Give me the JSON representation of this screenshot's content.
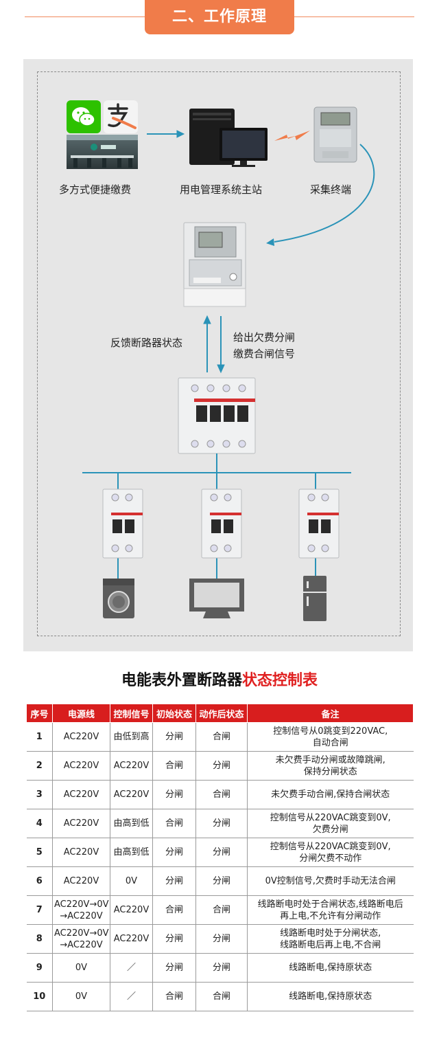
{
  "header": {
    "title": "二、工作原理"
  },
  "diagram": {
    "pay_label": "多方式便捷缴费",
    "master_label": "用电管理系统主站",
    "terminal_label": "采集终端",
    "feedback_label": "反馈断路器状态",
    "signal_label_1": "给出欠费分闸",
    "signal_label_2": "缴费合闸信号",
    "colors": {
      "arrow": "#2a93b8",
      "lightning": "#f07c4a",
      "bus": "#2a93b8"
    }
  },
  "table": {
    "title_black": "电能表外置断路器",
    "title_red": "状态控制表",
    "headers": [
      "序号",
      "电源线",
      "控制信号",
      "初始状态",
      "动作后状态",
      "备注"
    ],
    "rows": [
      {
        "no": "1",
        "power": "AC220V",
        "signal": "由低到高",
        "init": "分闸",
        "after": "合闸",
        "note1": "控制信号从0跳变到220VAC,",
        "note2": "自动合闸"
      },
      {
        "no": "2",
        "power": "AC220V",
        "signal": "AC220V",
        "init": "合闸",
        "after": "分闸",
        "note1": "未欠费手动分闸或故障跳闸,",
        "note2": "保持分闸状态"
      },
      {
        "no": "3",
        "power": "AC220V",
        "signal": "AC220V",
        "init": "分闸",
        "after": "合闸",
        "note1": "未欠费手动合闸,保持合闸状态",
        "note2": ""
      },
      {
        "no": "4",
        "power": "AC220V",
        "signal": "由高到低",
        "init": "合闸",
        "after": "分闸",
        "note1": "控制信号从220VAC跳变到0V,",
        "note2": "欠费分闸"
      },
      {
        "no": "5",
        "power": "AC220V",
        "signal": "由高到低",
        "init": "分闸",
        "after": "分闸",
        "note1": "控制信号从220VAC跳变到0V,",
        "note2": "分闸欠费不动作"
      },
      {
        "no": "6",
        "power": "AC220V",
        "signal": "0V",
        "init": "分闸",
        "after": "分闸",
        "note1": "0V控制信号,欠费时手动无法合闸",
        "note2": ""
      },
      {
        "no": "7",
        "power": "AC220V→0V",
        "power2": "→AC220V",
        "signal": "AC220V",
        "init": "合闸",
        "after": "合闸",
        "note1": "线路断电时处于合闸状态,线路断电后",
        "note2": "再上电,不允许有分闸动作"
      },
      {
        "no": "8",
        "power": "AC220V→0V",
        "power2": "→AC220V",
        "signal": "AC220V",
        "init": "分闸",
        "after": "分闸",
        "note1": "线路断电时处于分闸状态,",
        "note2": "线路断电后再上电,不合闸"
      },
      {
        "no": "9",
        "power": "0V",
        "signal": "／",
        "init": "分闸",
        "after": "分闸",
        "note1": "线路断电,保持原状态",
        "note2": ""
      },
      {
        "no": "10",
        "power": "0V",
        "signal": "／",
        "init": "合闸",
        "after": "合闸",
        "note1": "线路断电,保持原状态",
        "note2": ""
      }
    ]
  }
}
